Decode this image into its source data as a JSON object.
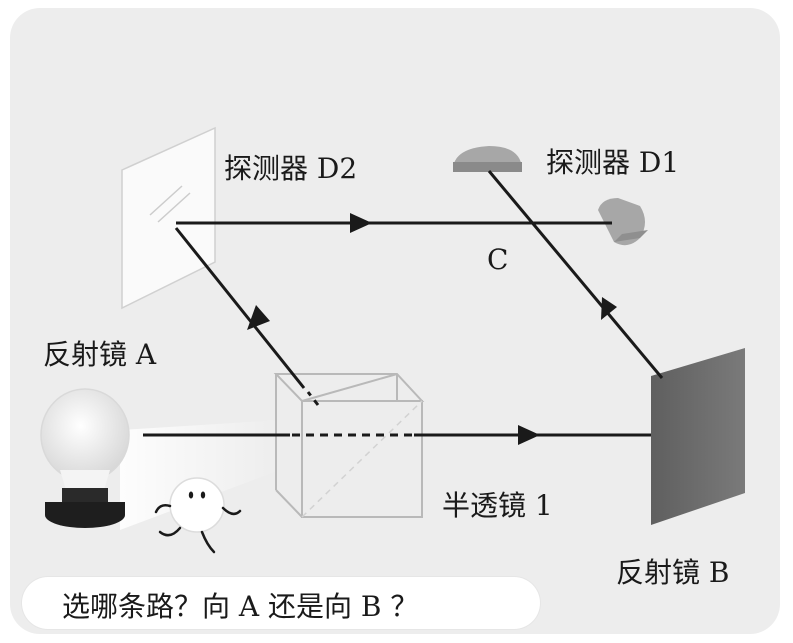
{
  "labels": {
    "detector_d2": "探测器 D2",
    "detector_d1": "探测器 D1",
    "point_c": "C",
    "mirror_a": "反射镜 A",
    "beam_splitter": "半透镜 1",
    "mirror_b": "反射镜 B"
  },
  "speech_bubble": {
    "text": "选哪条路？向 A 还是向 B ？"
  },
  "colors": {
    "panel_background": "#ededed",
    "beam": "#1a1a1a",
    "mirror_b_fill": "#6e6e6e",
    "detector_fill": "#a7a7a7"
  }
}
